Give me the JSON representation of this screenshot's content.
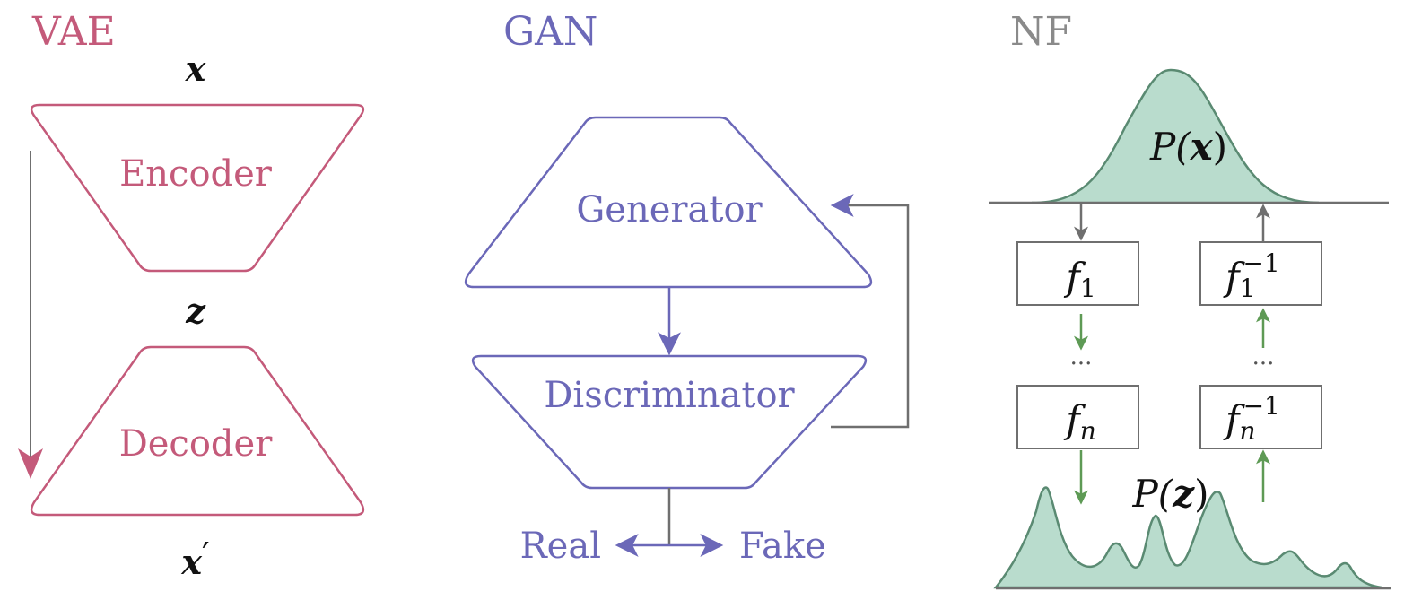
{
  "colors": {
    "vae": "#c45a7a",
    "gan": "#6b68b8",
    "nf_title": "#8a8a8a",
    "gray_line": "#6f6f6f",
    "green_fill": "#b9dccd",
    "green_line": "#5a8a72",
    "green_arrow": "#5e9a55",
    "black": "#111111"
  },
  "vae": {
    "title": "VAE",
    "input_label": "x",
    "encoder_label": "Encoder",
    "latent_label": "z",
    "decoder_label": "Decoder",
    "output_label": "x",
    "output_prime": "′"
  },
  "gan": {
    "title": "GAN",
    "generator_label": "Generator",
    "discriminator_label": "Discriminator",
    "real_label": "Real",
    "fake_label": "Fake"
  },
  "nf": {
    "title": "NF",
    "px_label_P": "P(",
    "px_label_var": "x",
    "px_label_close": ")",
    "pz_label_P": "P(",
    "pz_label_var": "z",
    "pz_label_close": ")",
    "f1_base": "f",
    "f1_sub": "1",
    "fn_base": "f",
    "fn_sub": "n",
    "f1inv_base": "f",
    "f1inv_sub": "1",
    "f1inv_sup": "−1",
    "fninv_base": "f",
    "fninv_sub": "n",
    "fninv_sup": "−1",
    "ellipsis_left": "···",
    "ellipsis_right": "···"
  }
}
